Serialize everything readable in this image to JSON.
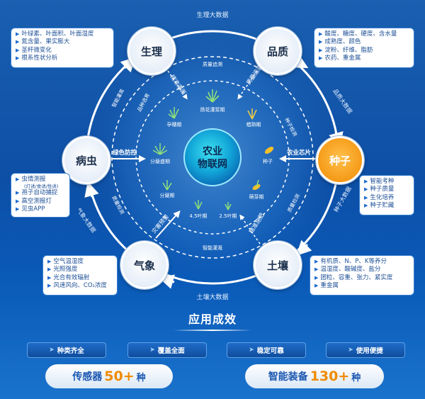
{
  "center": {
    "line1": "农业",
    "line2": "物联网"
  },
  "outer_labels": {
    "top": "生理大数据",
    "bottom": "土壤大数据",
    "right_upper": "品质大数据",
    "right_lower": "种子大数据",
    "left_lower": "气象大数据"
  },
  "nodes": {
    "shengli": "生理",
    "pinzhi": "品质",
    "zhongzi": "种子",
    "turang": "土壤",
    "qixiang": "气象",
    "bingchong": "病虫"
  },
  "infoboxes": {
    "shengli": [
      "叶绿素、叶面积、叶面湿度",
      "氮含量、果实膨大",
      "茎秆微变化",
      "根系性状分析"
    ],
    "pinzhi": [
      "酸度、糖度、硬度、含水量",
      "成熟度、颜色",
      "淀粉、纤维、脂肪",
      "农药、重金属"
    ],
    "zhongzi": [
      "智能考种",
      "种子质量",
      "生化培养",
      "种子贮藏"
    ],
    "turang": [
      "有机质、N、P、K等养分",
      "温湿度、酸碱度、盐分",
      "团粒、容重、张力、紧实度",
      "重金属"
    ],
    "qixiang": [
      "空气温湿度",
      "光照强度",
      "光合有效辐射",
      "风速风向、CO₂浓度"
    ],
    "bingchong_items": [
      "虫情测报",
      "孢子自动捕捉",
      "高空测报灯",
      "见虫APP"
    ],
    "bingchong_sub": "(灯诱/食诱/性诱)"
  },
  "links": {
    "shengli_inner": "精准灌溉",
    "pinzhi_inner": "质量追溯",
    "zhongzi_inner": "农业芯片",
    "turang_inner": "精准施肥",
    "qixiang_inner": "灾害预警",
    "bingchong_inner": "绿色防控",
    "top_arc": "质量追溯",
    "left_upper_arc": "智能灌溉",
    "left_arc": "质量检测",
    "bottom_arc": "智能灌溉",
    "right_arc": "质量检测",
    "right_upper_arc": "种子检测",
    "left_top_arc": "品种选育"
  },
  "growth_stages": [
    "扬花灌浆期",
    "孕穗期",
    "蜡熟期",
    "分蘖盛期",
    "种子",
    "分蘖期",
    "萌芽期",
    "4.5叶期",
    "2.5叶期"
  ],
  "section_title": "应用成效",
  "benefits": [
    "种类齐全",
    "覆盖全面",
    "稳定可靠",
    "使用便捷"
  ],
  "stats": [
    {
      "label": "传感器",
      "value": "50+",
      "unit": "种"
    },
    {
      "label": "智能装备",
      "value": "130+",
      "unit": "种"
    }
  ],
  "colors": {
    "accent_orange": "#f59a18",
    "bg_blue": "#0d4fa6",
    "box_text": "#1d4f96"
  }
}
